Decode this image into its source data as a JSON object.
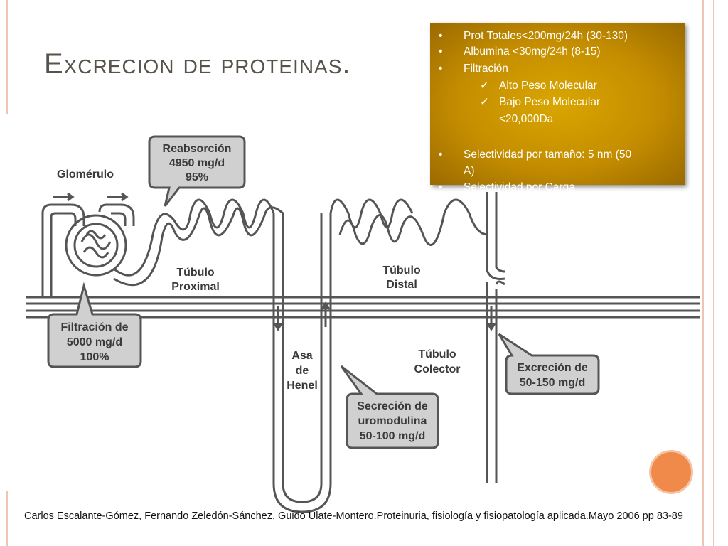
{
  "slide": {
    "title": "Excrecion de proteinas.",
    "info_box": {
      "items": [
        {
          "bullet": "•",
          "text": "Prot Totales<200mg/24h (30-130)"
        },
        {
          "bullet": "•",
          "text": "Albumina <30mg/24h (8-15)"
        },
        {
          "bullet": "•",
          "text": "Filtración"
        },
        {
          "bullet": "✓",
          "text": "Alto Peso Molecular"
        },
        {
          "bullet": "✓",
          "text": "Bajo Peso Molecular"
        },
        {
          "bullet": "",
          "text": "<20,000Da"
        },
        {
          "bullet": "•",
          "text": "Selectividad por tamaño: 5 nm (50"
        },
        {
          "bullet": "",
          "text": "A)"
        },
        {
          "bullet": "•",
          "text": "Selectividad por Carga"
        }
      ]
    },
    "diagram": {
      "glomerulo": "Glomérulo",
      "reabsorcion": [
        "Reabsorción",
        "4950 mg/d",
        "95%"
      ],
      "tubulo_proximal": [
        "Túbulo",
        "Proximal"
      ],
      "tubulo_distal": [
        "Túbulo",
        "Distal"
      ],
      "filtracion": [
        "Filtración de",
        "5000 mg/d",
        "100%"
      ],
      "asa": [
        "Asa",
        "de",
        "Henel"
      ],
      "tubulo_colector": [
        "Túbulo",
        "Colector"
      ],
      "secrecion": [
        "Secreción de",
        "uromodulina",
        "50-100 mg/d"
      ],
      "excrecion": [
        "Excreción de",
        "50-150 mg/d"
      ]
    },
    "citation": "Carlos Escalante-Gómez, Fernando Zeledón-Sánchez, Guido Ulate-Montero.Proteinuria, fisiología y fisiopatología aplicada.Mayo 2006  pp 83-89",
    "colors": {
      "info_box": "#c48d00",
      "accent_circle": "#f08a4b",
      "deco_lines": "#f2c4b4",
      "title": "#57534a"
    }
  }
}
